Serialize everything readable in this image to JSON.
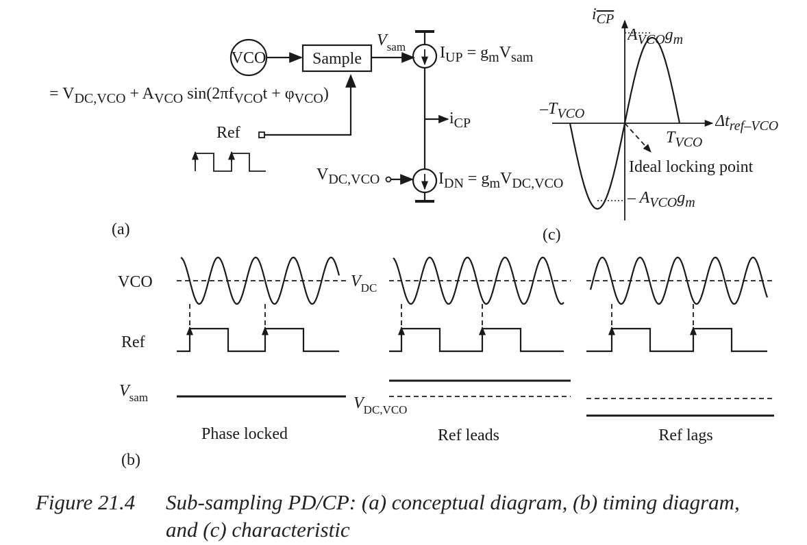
{
  "panel_a": {
    "vco_label": "VCO",
    "sample_label": "Sample",
    "vsam_label": "V",
    "vsam_sub": "sam",
    "vco_equation": "= V<sub>DC,VCO</sub> + A<sub>VCO</sub> sin(2πf<sub>VCO</sub>t + φ<sub>VCO</sub>)",
    "ref_label": "Ref",
    "iup_label": "I<sub>UP</sub> = g<sub>m</sub>V<sub>sam</sub>",
    "icp_label": "i<sub>CP</sub>",
    "vdcvco_label": "V<sub>DC,VCO</sub>",
    "idn_label": "I<sub>DN</sub> = g<sub>m</sub>V<sub>DC,VCO</sub>",
    "tag": "(a)"
  },
  "panel_b": {
    "vco_row_label": "VCO",
    "ref_row_label": "Ref",
    "vsam_row_label": "V",
    "vsam_row_sub": "sam",
    "vdc_label": "V",
    "vdc_sub": "DC",
    "vdcvco_label": "V",
    "vdcvco_sub": "DC,VCO",
    "cases": [
      "Phase locked",
      "Ref leads",
      "Ref lags"
    ],
    "tag": "(b)"
  },
  "panel_c": {
    "y_axis_label": "i<sub>CP</sub>",
    "x_axis_label": "Δt<sub>ref–VCO</sub>",
    "peak_label": "A<sub>VCO</sub>g<sub>m</sub>",
    "trough_label": "– A<sub>VCO</sub>g<sub>m</sub>",
    "neg_period_label": "–T<sub>VCO</sub>",
    "pos_period_label": "T<sub>VCO</sub>",
    "locking_label": "Ideal locking point",
    "tag": "(c)"
  },
  "caption": {
    "number": "Figure 21.4",
    "line1": "Sub-sampling PD/CP: (a) conceptual diagram, (b) timing diagram,",
    "line2": "and (c) characteristic"
  }
}
